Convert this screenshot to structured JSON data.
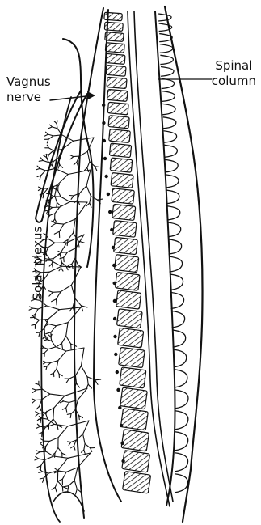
{
  "labels": {
    "vagus": {
      "line1": "Vagnus",
      "line2": "nerve"
    },
    "spinal": {
      "line1": "Spinal",
      "line2": "column"
    },
    "solar": "Solar plexus"
  },
  "colors": {
    "ink": "#111111",
    "background": "#ffffff"
  }
}
